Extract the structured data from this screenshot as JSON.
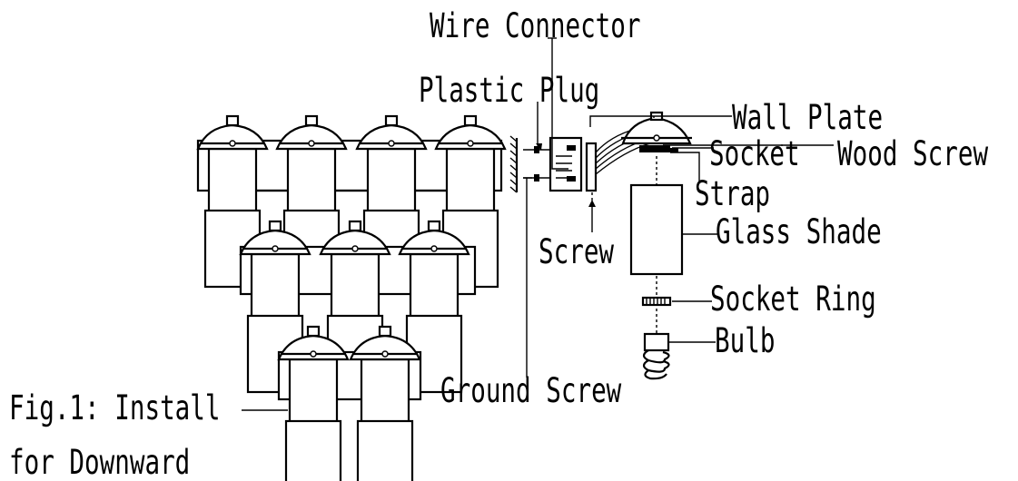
{
  "labels": {
    "wire_connector": "Wire Connector",
    "plastic_plug": "Plastic Plug",
    "wall_plate": "Wall Plate",
    "socket": "Socket",
    "wood_screw": "Wood Screw",
    "strap": "Strap",
    "glass_shade": "Glass Shade",
    "screw": "Screw",
    "socket_ring": "Socket Ring",
    "bulb": "Bulb",
    "ground_screw": "Ground Screw",
    "fig_caption_line1": "Fig.1: Install",
    "fig_caption_line2": "for Downward"
  },
  "fixtures": [
    {
      "name": "four-light-vanity",
      "light_count": 4
    },
    {
      "name": "three-light-vanity",
      "light_count": 3
    },
    {
      "name": "two-light-vanity",
      "light_count": 2
    }
  ],
  "colors": {
    "ink": "#000000",
    "background": "#ffffff"
  }
}
